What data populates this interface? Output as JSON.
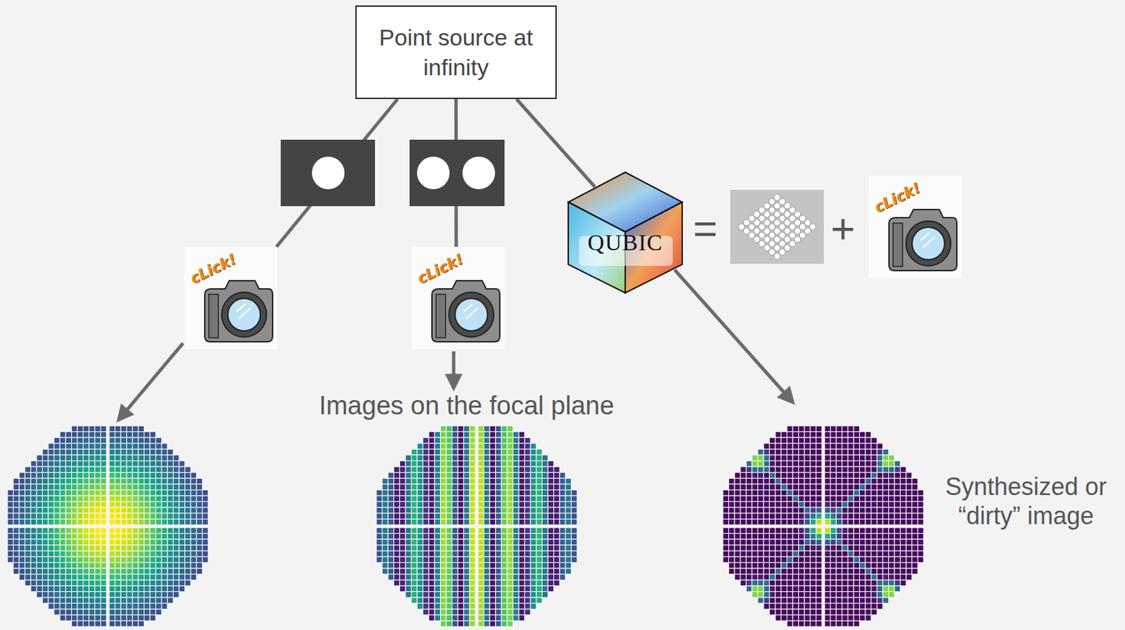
{
  "diagram": {
    "nodes": [
      {
        "text": [
          "Point source at infinity"
        ]
      },
      {
        "text": [
          "cLick!"
        ]
      },
      {
        "text": [
          "cLick!"
        ]
      },
      {
        "text": [
          "QUBIC"
        ]
      },
      {
        "text": [
          "cLick!"
        ]
      }
    ],
    "edges": [
      {
        "from": 0,
        "to": 1,
        "arrow": "none"
      },
      {
        "from": 0,
        "to": 2,
        "arrow": "none"
      },
      {
        "from": 0,
        "to": 3,
        "arrow": "none"
      }
    ],
    "labels": [
      "=",
      "+",
      "Images on the focal plane",
      "Synthesized or “dirty” image"
    ]
  }
}
